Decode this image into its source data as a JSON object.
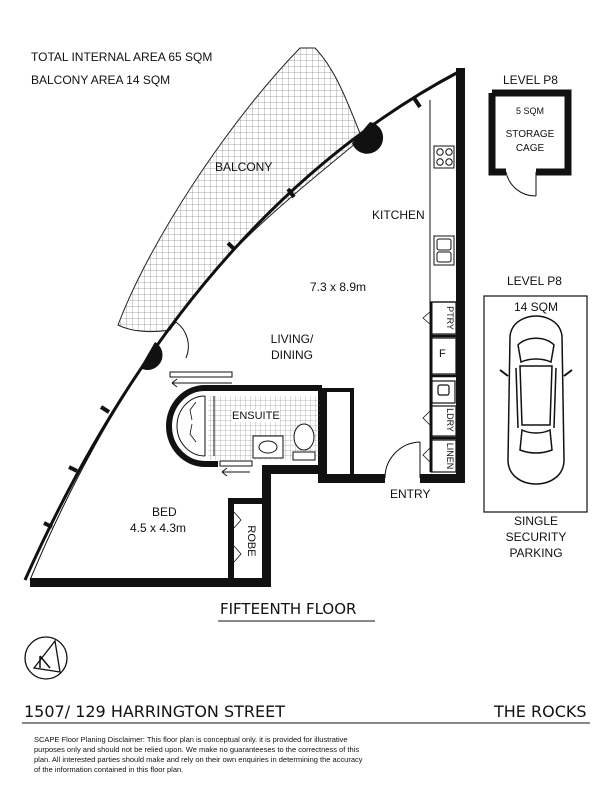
{
  "areas": {
    "internal": "TOTAL INTERNAL AREA 65 SQM",
    "balcony": "BALCONY AREA 14 SQM"
  },
  "rooms": {
    "balcony": "BALCONY",
    "kitchen": "KITCHEN",
    "living_dimensions": "7.3 x 8.9m",
    "living_line1": "LIVING/",
    "living_line2": "DINING",
    "ensuite": "ENSUITE",
    "bed": "BED",
    "bed_dimensions": "4.5 x 4.3m",
    "robe": "ROBE",
    "entry": "ENTRY",
    "pantry": "PTRY",
    "fridge": "F",
    "laundry": "LDRY",
    "linen": "LINEN"
  },
  "storage": {
    "level": "LEVEL P8",
    "area": "5 SQM",
    "line1": "STORAGE",
    "line2": "CAGE"
  },
  "parking": {
    "level": "LEVEL P8",
    "area": "14 SQM",
    "line1": "SINGLE",
    "line2": "SECURITY",
    "line3": "PARKING"
  },
  "floor_label": "FIFTEENTH FLOOR",
  "compass_icon": "north-arrow-icon",
  "address": "1507/ 129 HARRINGTON STREET",
  "suburb": "THE ROCKS",
  "disclaimer": {
    "line1": "SCAPE Floor Planing Disclaimer: This floor plan is conceptual only. it is provided for illustrative",
    "line2": "purposes only and should not be relied upon. We make no guaranteeses to the correctness of this",
    "line3": "plan. All interested parties should make and rely on their own enquiries in determining the accuracy",
    "line4": "of the information contained in this floor plan."
  }
}
